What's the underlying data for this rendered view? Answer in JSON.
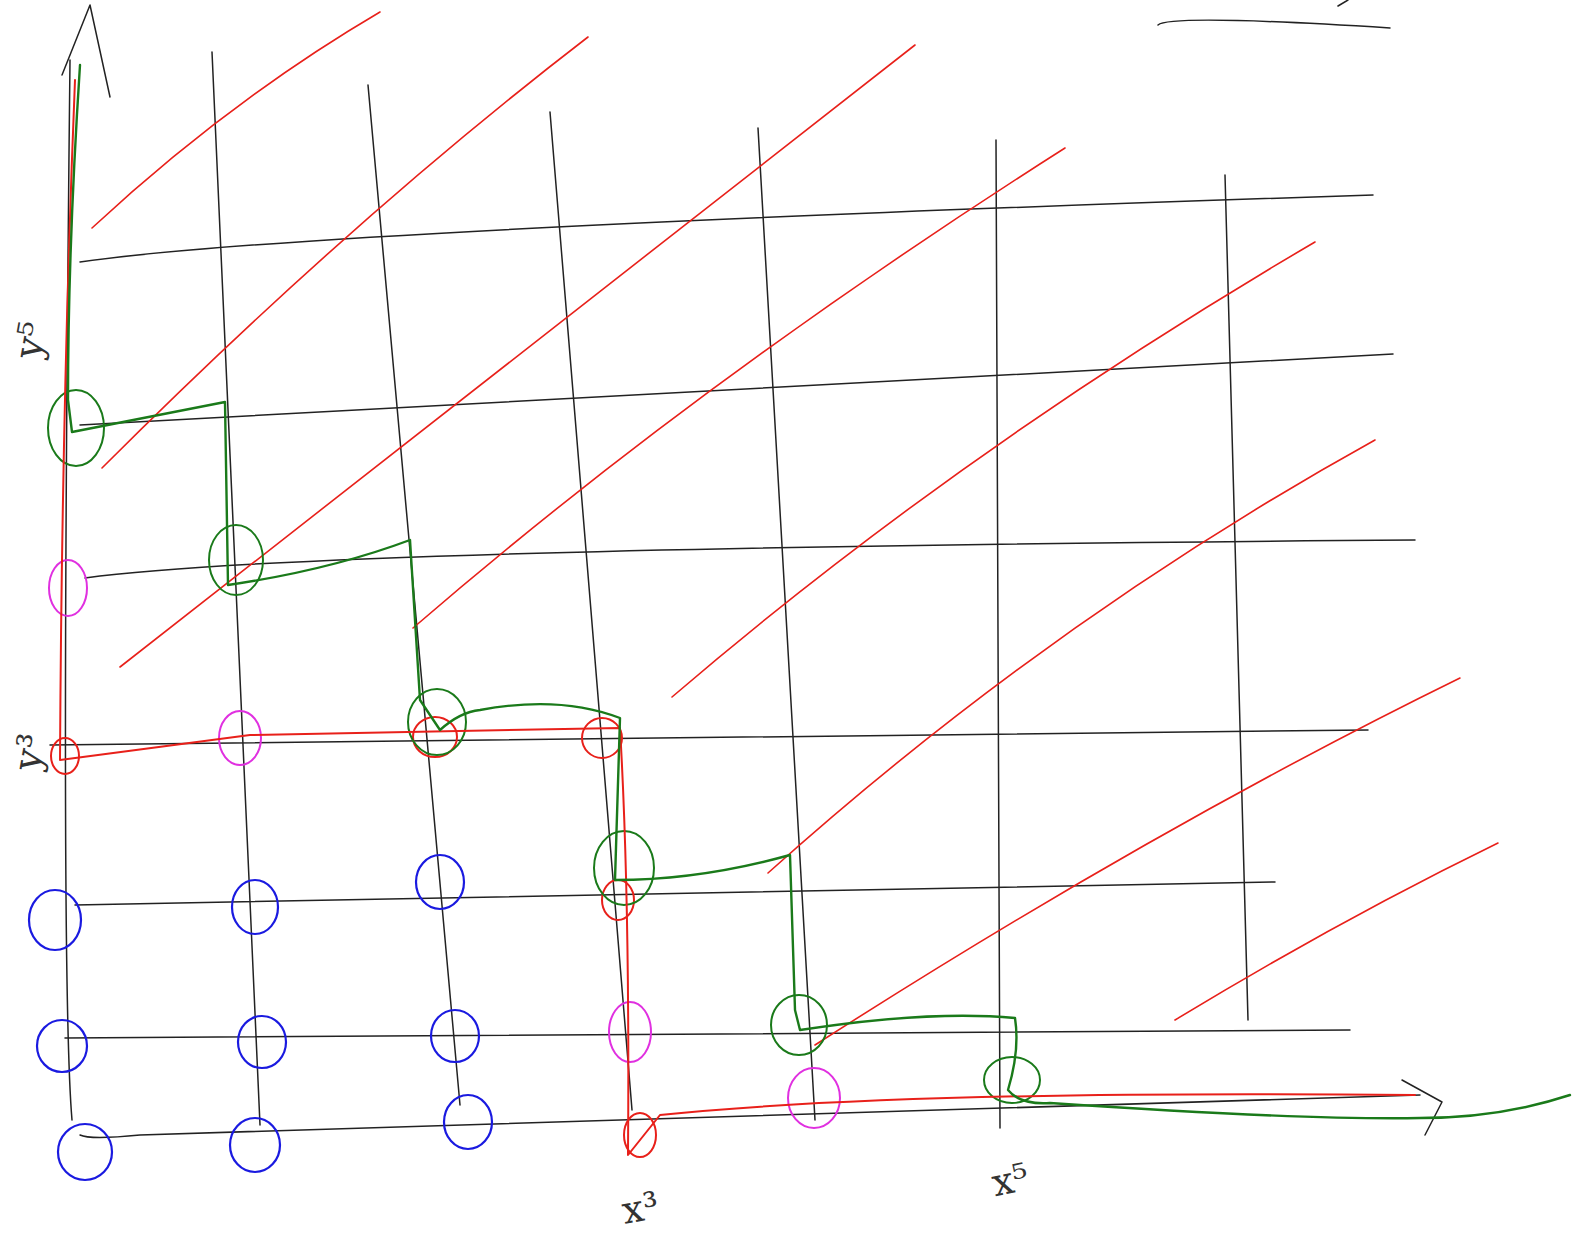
{
  "diagram": {
    "labels": [
      "y⁵",
      "y³",
      "x³",
      "x⁵"
    ]
  }
}
